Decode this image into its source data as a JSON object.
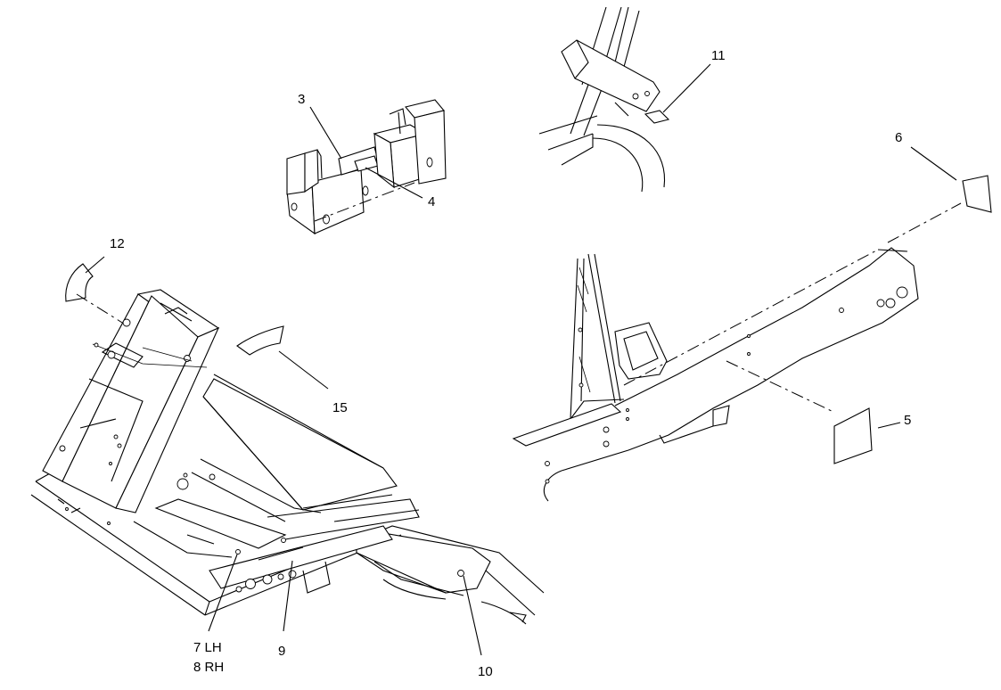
{
  "callouts": [
    {
      "id": "c3",
      "text": "3"
    },
    {
      "id": "c4",
      "text": "4"
    },
    {
      "id": "c11",
      "text": "11"
    },
    {
      "id": "c6",
      "text": "6"
    },
    {
      "id": "c12",
      "text": "12"
    },
    {
      "id": "c15",
      "text": "15"
    },
    {
      "id": "c5",
      "text": "5"
    },
    {
      "id": "c7",
      "text": "7 LH"
    },
    {
      "id": "c8",
      "text": "8 RH"
    },
    {
      "id": "c9",
      "text": "9"
    },
    {
      "id": "c10",
      "text": "10"
    }
  ]
}
